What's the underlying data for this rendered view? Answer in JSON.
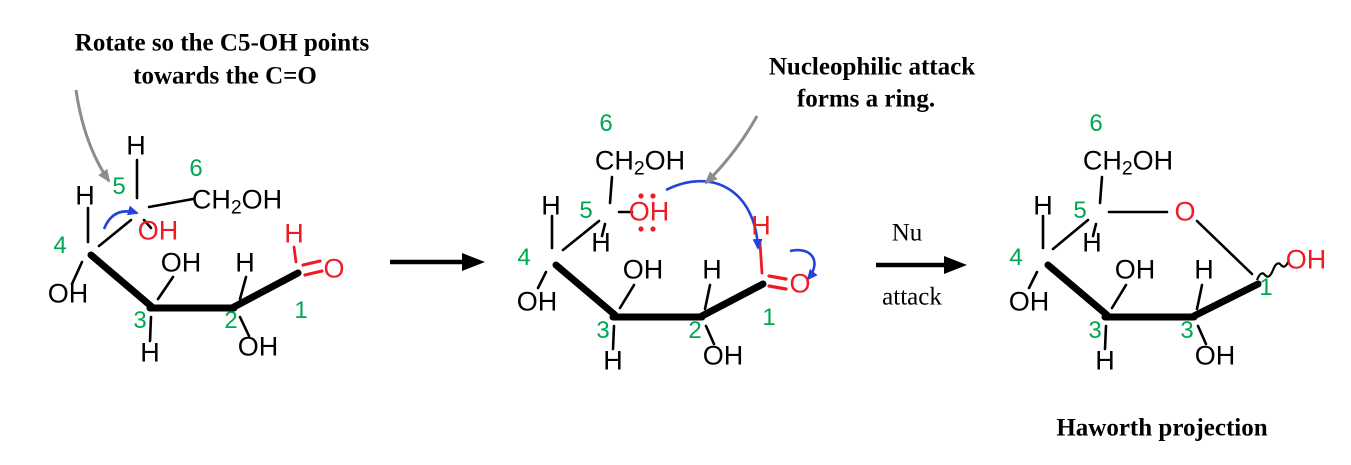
{
  "colors": {
    "green": "#00a651",
    "red": "#ed1c24",
    "blue": "#2343d9",
    "gray": "#8c8c8c",
    "ink": "#000000"
  },
  "annotations": {
    "rotate": {
      "line1": "Rotate so the C5-OH points",
      "line2": "towards the C=O"
    },
    "nucleophilic": {
      "line1": "Nucleophilic attack",
      "line2": "forms a ring."
    },
    "haworth_caption": "Haworth projection"
  },
  "arrows": {
    "step2_label_top": "Nu",
    "step2_label_bottom": "attack"
  },
  "molecule1": {
    "numbers": {
      "n1": "1",
      "n2": "2",
      "n3": "3",
      "n4": "4",
      "n5": "5",
      "n6": "6"
    },
    "labels": {
      "h_c5_up": "H",
      "h_c4_up": "H",
      "ch2oh": {
        "p1": "CH",
        "sub": "2",
        "p2": "OH"
      },
      "oh_c5": "OH",
      "oh_c3_up": "OH",
      "h_c2_up": "H",
      "cho_h": "H",
      "cho_o": "O",
      "oh_c4_down": "OH",
      "h_c3_down": "H",
      "oh_c2_down": "OH"
    }
  },
  "molecule2": {
    "numbers": {
      "n1": "1",
      "n2": "2",
      "n3": "3",
      "n4": "4",
      "n5": "5",
      "n6": "6"
    },
    "labels": {
      "h_c4_up": "H",
      "ch2oh": {
        "p1": "CH",
        "sub": "2",
        "p2": "OH"
      },
      "oh_c5": "OH",
      "h_c5_down": "H",
      "oh_c3_up": "OH",
      "h_c2_up": "H",
      "cho_h": "H",
      "cho_o": "O",
      "oh_c4_down": "OH",
      "h_c3_down": "H",
      "oh_c2_down": "OH"
    }
  },
  "molecule3": {
    "numbers": {
      "n1": "1",
      "n2": "3",
      "n3": "3",
      "n4": "4",
      "n5": "5",
      "n6": "6"
    },
    "labels": {
      "h_c4_up": "H",
      "ch2oh": {
        "p1": "CH",
        "sub": "2",
        "p2": "OH"
      },
      "h_c5_down": "H",
      "ring_o": "O",
      "oh_c3_up": "OH",
      "h_c2_up": "H",
      "oh_anomeric": "OH",
      "oh_c4_down": "OH",
      "h_c3_down": "H",
      "oh_c2_down": "OH"
    }
  }
}
